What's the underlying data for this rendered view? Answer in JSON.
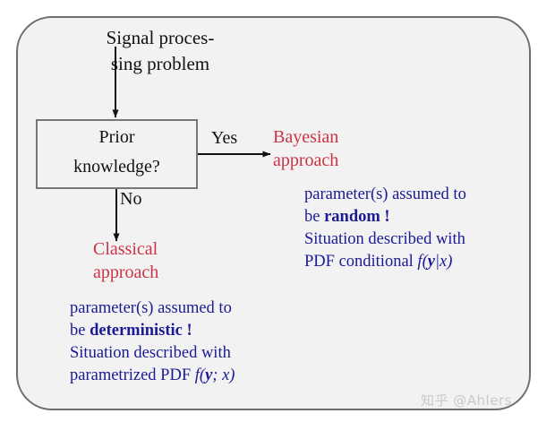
{
  "diagram": {
    "title_text": "Signal proces-\nsing problem",
    "colors": {
      "background": "#ffffff",
      "panel": "#f2f2f2",
      "frame_border": "#6e6e6e",
      "box_border": "#777777",
      "text_black": "#111111",
      "accent_red": "#cc3344",
      "accent_blue": "#1a1a96",
      "watermark": "#c9c9c9"
    },
    "decision_box": {
      "line1": "Prior",
      "line2": "knowledge?"
    },
    "edges": {
      "yes_label": "Yes",
      "no_label": "No"
    },
    "branches": {
      "bayesian": {
        "heading": "Bayesian\napproach",
        "detail_lines": [
          "parameter(s) assumed to",
          "be random !",
          "Situation described with",
          "PDF conditional f(y|x)"
        ],
        "detail_line1": "parameter(s) assumed to",
        "detail_line2_prefix": "be ",
        "detail_line2_bold": "random !",
        "detail_line3": "Situation described with",
        "detail_line4_prefix": "PDF conditional ",
        "formula_fn": "f",
        "formula_open": "(",
        "formula_var1": "y",
        "formula_sep": "|",
        "formula_var2": "x",
        "formula_close": ")"
      },
      "classical": {
        "heading": "Classical\napproach",
        "detail_lines": [
          "parameter(s) assumed to",
          "be deterministic !",
          "Situation described with",
          "parametrized PDF f(y; x)"
        ],
        "detail_line1": "parameter(s) assumed to",
        "detail_line2_prefix": "be ",
        "detail_line2_bold": "deterministic !",
        "detail_line3": "Situation described with",
        "detail_line4_prefix": "parametrized PDF ",
        "formula_fn": "f",
        "formula_open": "(",
        "formula_var1": "y",
        "formula_sep": "; ",
        "formula_var2": "x",
        "formula_close": ")"
      }
    },
    "watermark": "知乎 @Ahlers"
  }
}
